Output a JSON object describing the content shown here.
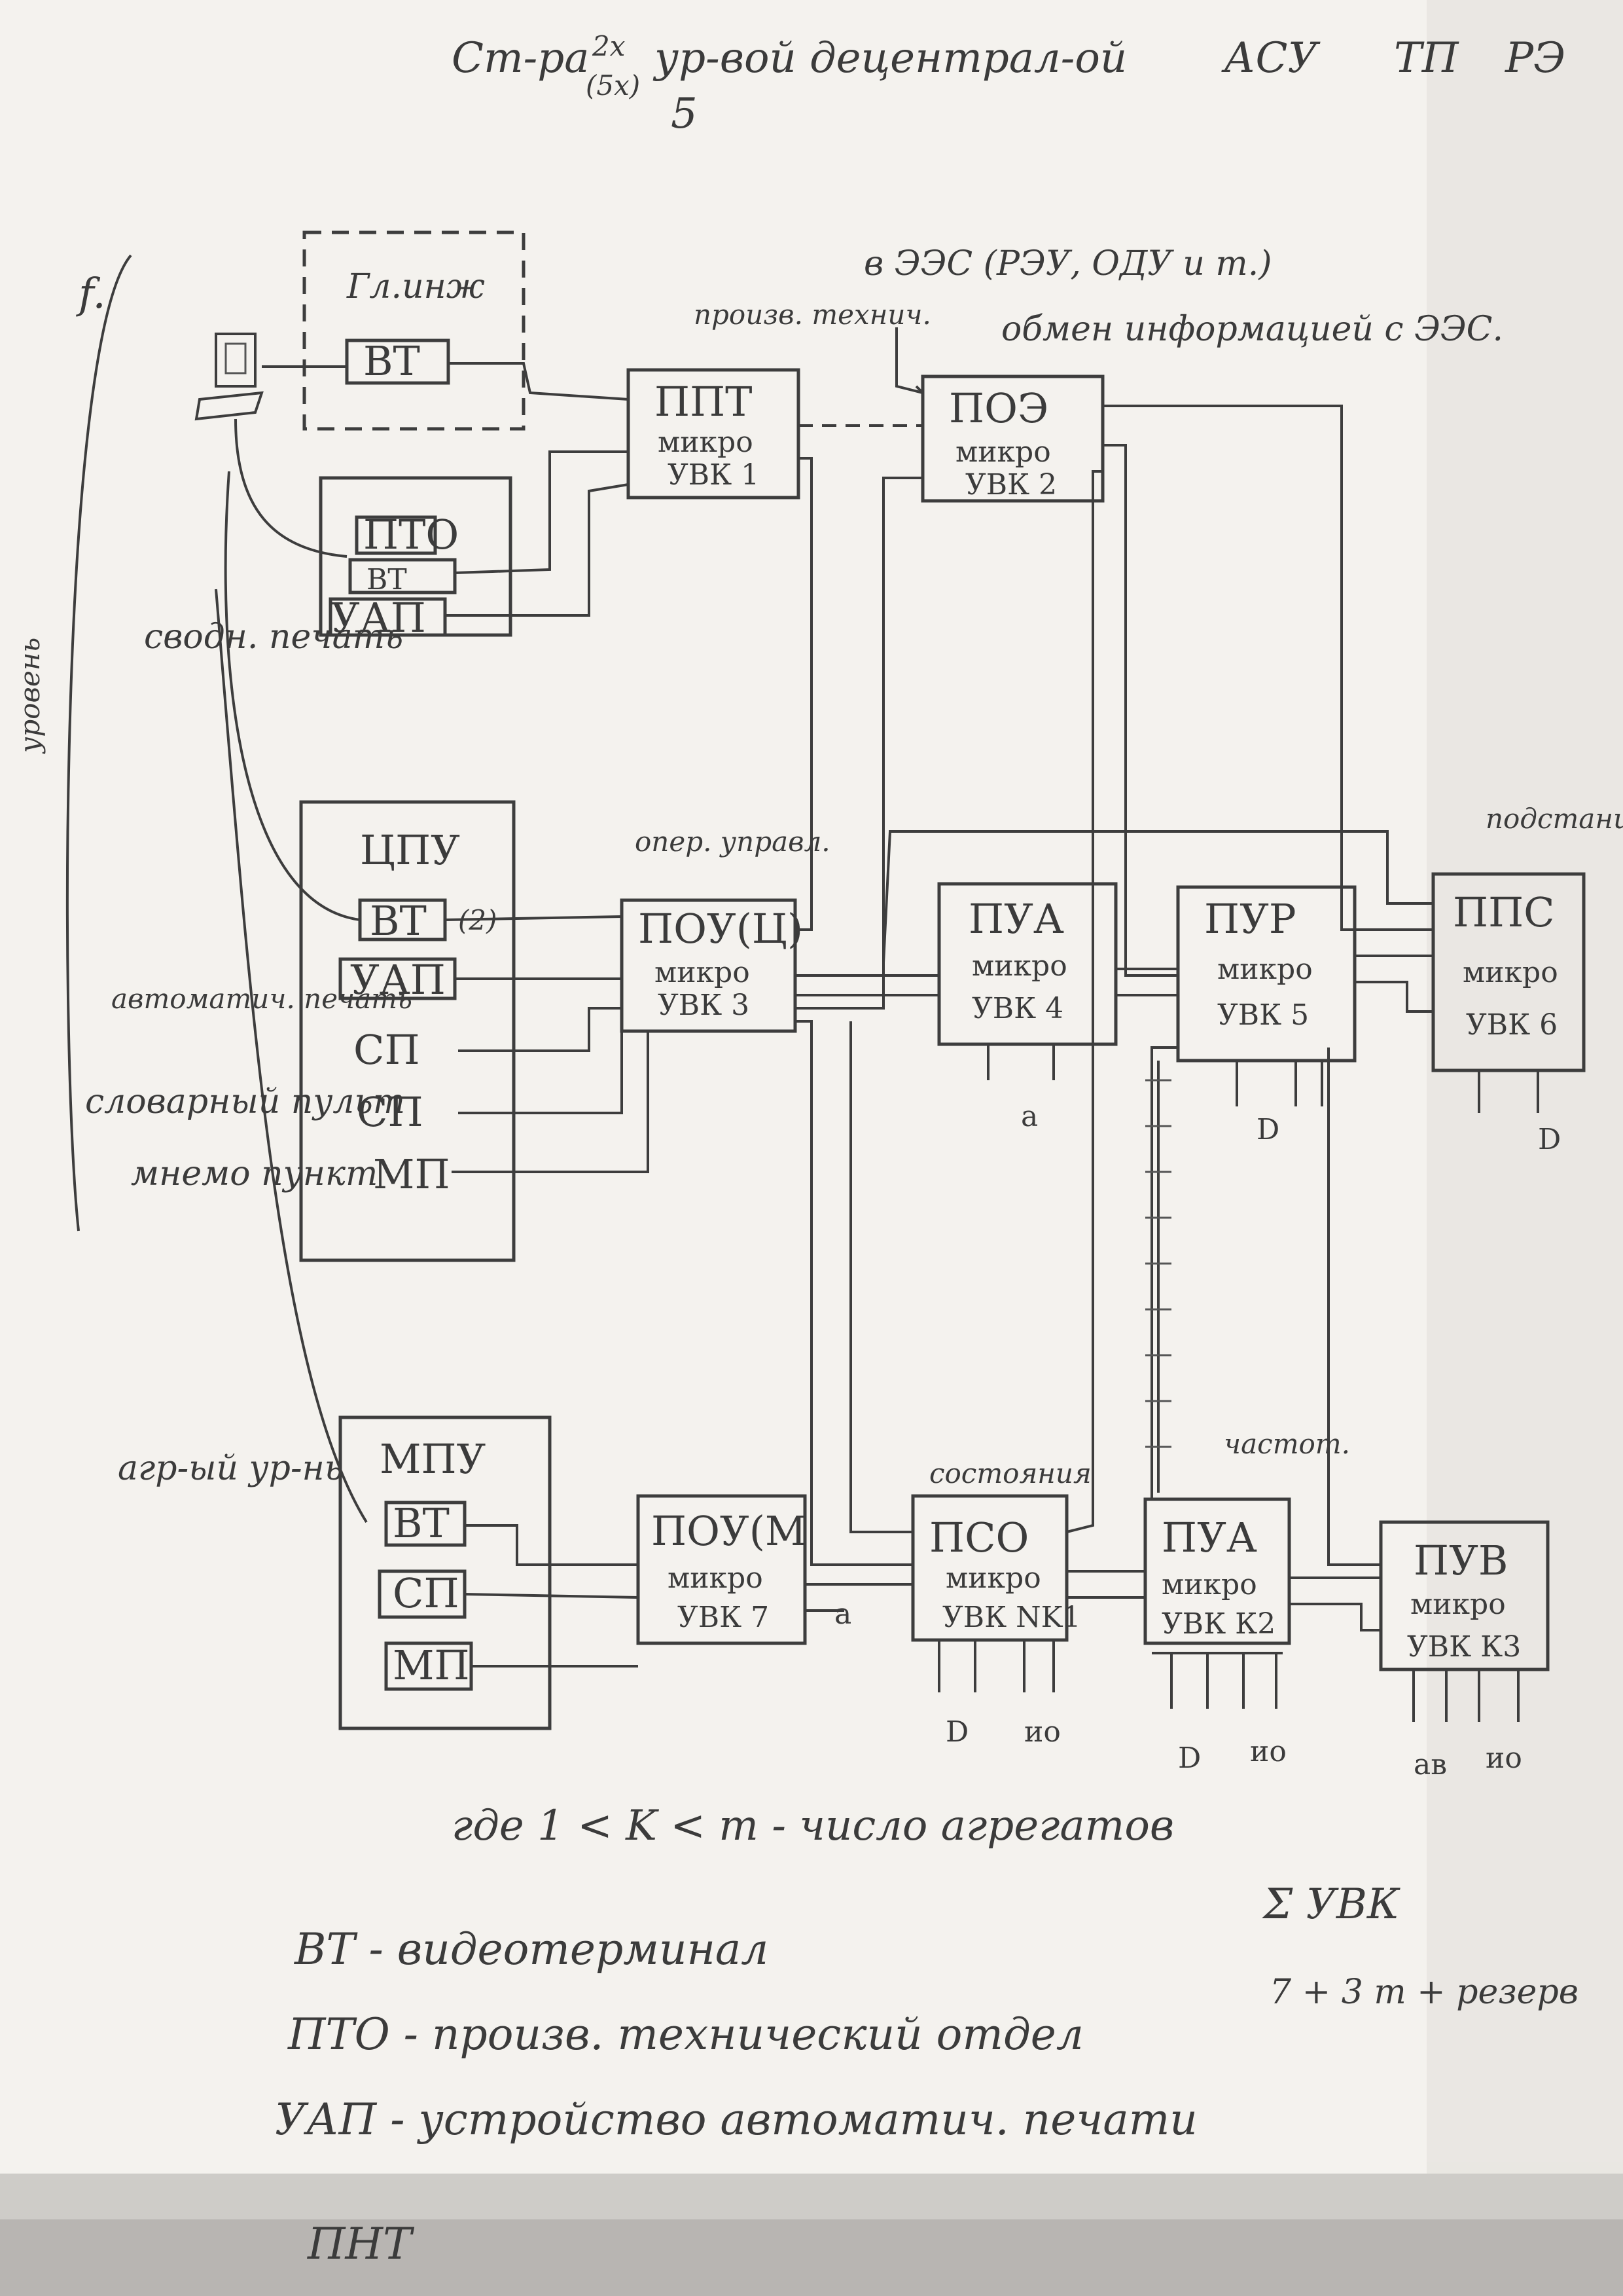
{
  "header": {
    "title_a": "Ст-ра",
    "title_frac_num": "2x",
    "title_frac_den": "(5x)",
    "title_b": "ур-вой децентрал-ой",
    "title_c": "АСУ",
    "title_d": "ТП",
    "title_e": "РЭ",
    "title_sub": "5"
  },
  "top_notes": {
    "to_es": "в ЭЭС (РЭУ, ОДУ и т.)",
    "exchange": "обмен информацией с ЭЭС."
  },
  "groups": {
    "glmnt": {
      "title": "Гл.инж",
      "vt": "ВТ"
    },
    "pto": {
      "title": "ПТО",
      "vt": "ВТ",
      "uap": "УАП"
    },
    "cpu": {
      "title": "ЦПУ",
      "vt": "ВТ",
      "vt_note": "(2)",
      "uap": "УАП",
      "sp1": "СП",
      "sp2": "СП",
      "mp": "МП"
    },
    "mpu": {
      "title": "МПУ",
      "vt": "ВТ",
      "sp": "СП",
      "mp": "МП"
    }
  },
  "blocks": {
    "ppt": {
      "caption": "произв. технич.",
      "title": "ППТ",
      "l1": "микро",
      "l2": "УВК 1"
    },
    "poe": {
      "title": "ПОЭ",
      "l1": "микро",
      "l2": "УВК 2"
    },
    "pou": {
      "caption": "опер. управл.",
      "title": "ПОУ(Ц)",
      "l1": "микро",
      "l2": "УВК 3"
    },
    "pua": {
      "title": "ПУА",
      "l1": "микро",
      "l2": "УВК 4",
      "io": "а"
    },
    "pur": {
      "title": "ПУР",
      "l1": "микро",
      "l2": "УВК 5",
      "io": "D"
    },
    "pps": {
      "caption": "подстанции",
      "title": "ППС",
      "l1": "микро",
      "l2": "УВК 6",
      "io": "D"
    },
    "poum": {
      "title": "ПОУ(М",
      "l1": "микро",
      "l2": "УВК 7",
      "io": "а"
    },
    "pso": {
      "caption": "состояния",
      "title": "ПСО",
      "l1": "микро",
      "l2": "УВК NK1",
      "io_a": "D",
      "io_b": "ио"
    },
    "pua2": {
      "caption": "частот.",
      "title": "ПУА",
      "l1": "микро",
      "l2": "УВК К2",
      "io_a": "D",
      "io_b": "ио"
    },
    "puv": {
      "title": "ПУВ",
      "l1": "микро",
      "l2": "УВК К3",
      "io_a": "ав",
      "io_b": "ио"
    }
  },
  "side_labels": {
    "svodka": "сводн. печать",
    "avto": "автоматич. печать",
    "slovar": "словарный пульт",
    "mnemo": "мнемо пункт",
    "agregat": "агр-ый ур-нь",
    "f_mark": "f.",
    "margin_note": "уровень"
  },
  "notes": {
    "k_range": "где 1 < K < m - число агрегатов",
    "sum": "Σ УВК",
    "sum_value": "7 + 3 m + резерв"
  },
  "legend": [
    "ВТ - видеотерминал",
    "ПТО - произв. технический отдел",
    "УАП - устройство автоматич. печати"
  ],
  "footer_smudge": "ПНТ"
}
